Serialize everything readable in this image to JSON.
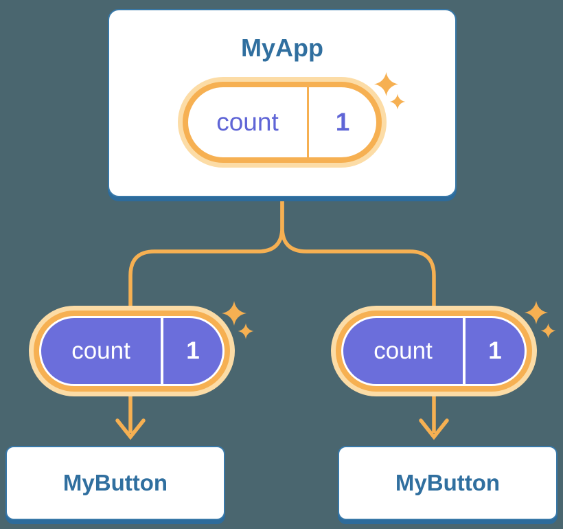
{
  "diagram": {
    "parent": {
      "title": "MyApp",
      "state": {
        "name": "count",
        "value": "1"
      }
    },
    "children": [
      {
        "title": "MyButton",
        "state": {
          "name": "count",
          "value": "1"
        }
      },
      {
        "title": "MyButton",
        "state": {
          "name": "count",
          "value": "1"
        }
      }
    ],
    "icons": {
      "sparkle": "four-point-star"
    },
    "colors": {
      "background": "#4a666f",
      "card_border": "#3878a8",
      "card_shadow": "#2d6b9b",
      "component_text": "#306f9f",
      "accent_orange": "#f6b052",
      "accent_orange_light": "#fcdca6",
      "state_purple": "#6b6edb",
      "state_text_purple": "#5f65d6"
    }
  }
}
